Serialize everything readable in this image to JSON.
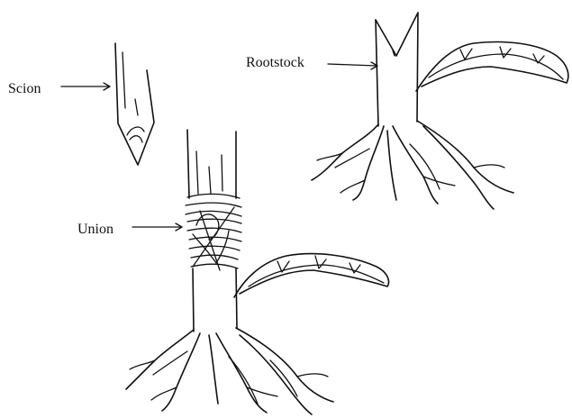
{
  "labels": {
    "scion": "Scion",
    "rootstock": "Rootstock",
    "union": "Union"
  },
  "colors": {
    "ink": "#111111",
    "background": "#ffffff"
  }
}
